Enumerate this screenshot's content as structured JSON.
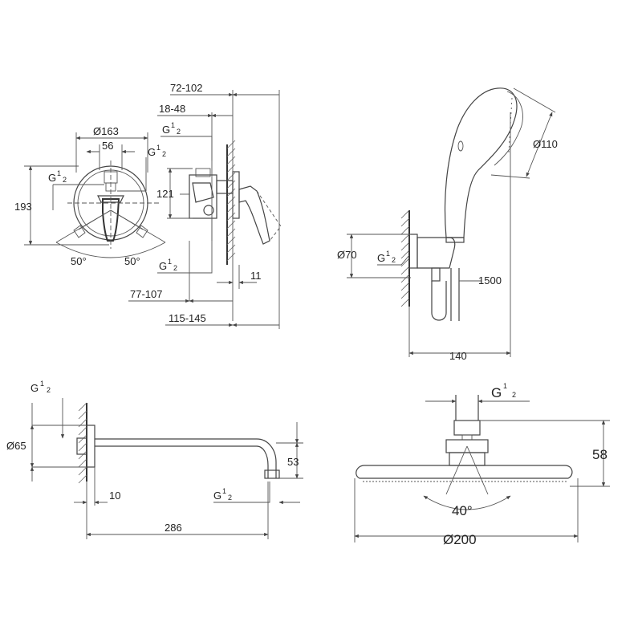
{
  "mixer": {
    "dim_depth_outer": "72-102",
    "dim_depth_inner": "18-48",
    "dim_dia_plate": "Ø163",
    "dim_width_handle": "56",
    "dim_height_total": "193",
    "dim_height_body": "121",
    "dim_angle_left": "50°",
    "dim_angle_right": "50°",
    "dim_dist_outlet": "11",
    "dim_depth_mid": "77-107",
    "dim_depth_total": "115-145",
    "thread": "G",
    "thread_num": "1",
    "thread_den": "2"
  },
  "hand_shower": {
    "dim_dia_head": "Ø110",
    "dim_dia_wall": "Ø70",
    "dim_hose": "1500",
    "dim_projection": "140",
    "thread": "G",
    "thread_num": "1",
    "thread_den": "2"
  },
  "shower_arm": {
    "dim_dia_flange": "Ø65",
    "dim_length": "286",
    "dim_flange_depth": "10",
    "dim_drop": "53",
    "thread": "G",
    "thread_num": "1",
    "thread_den": "2"
  },
  "head_shower": {
    "dim_height": "58",
    "dim_angle": "40°",
    "dim_dia": "Ø200",
    "thread": "G",
    "thread_num": "1",
    "thread_den": "2"
  }
}
